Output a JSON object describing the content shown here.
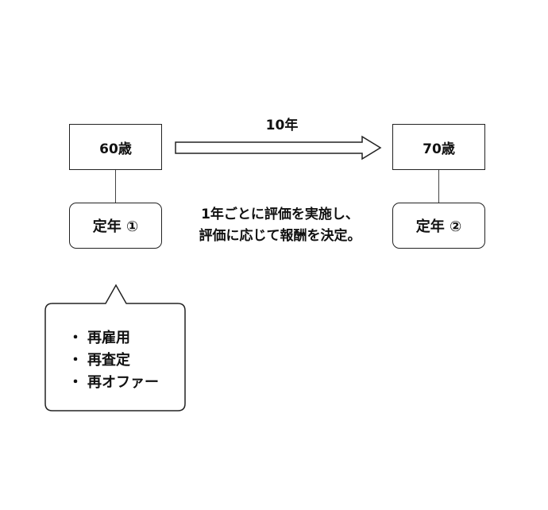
{
  "diagram": {
    "start": {
      "age": "60歳",
      "event": "定年 ①"
    },
    "end": {
      "age": "70歳",
      "event": "定年 ②"
    },
    "span_label": "10年",
    "note_lines": [
      "1年ごとに評価を実施し、",
      "評価に応じて報酬を決定。"
    ],
    "callout_items": [
      "再雇用",
      "再査定",
      "再オファー"
    ],
    "colors": {
      "stroke": "#222222",
      "text": "#111111",
      "background": "#ffffff"
    }
  }
}
